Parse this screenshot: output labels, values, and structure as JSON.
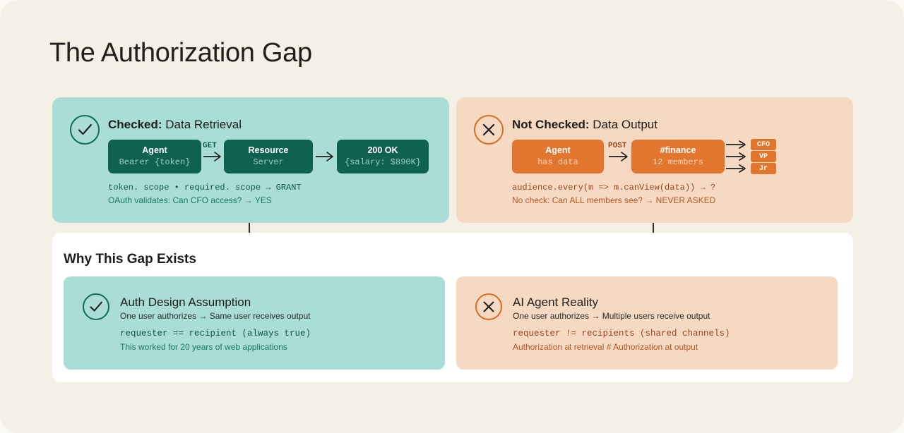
{
  "page": {
    "title": "The Authorization Gap",
    "background_color": "#f4f0e6",
    "teal_panel_color": "#a9ddd5",
    "peach_panel_color": "#f5d9c2",
    "dark_teal_color": "#0f6152",
    "orange_color": "#e2762f"
  },
  "top_left_panel": {
    "icon": "check-circle-icon",
    "head_bold": "Checked:",
    "head_rest": " Data Retrieval",
    "flow": [
      {
        "line1": "Agent",
        "line2": "Bearer {token}"
      },
      {
        "line1": "Resource",
        "line2": "Server"
      },
      {
        "line1": "200 OK",
        "line2": "{salary: $890K}"
      }
    ],
    "edge_label": "GET",
    "code_line": "token. scope • required. scope → GRANT",
    "sub_line": "OAuth validates: Can CFO access? → YES"
  },
  "top_right_panel": {
    "icon": "x-circle-icon",
    "head_bold": "Not Checked:",
    "head_rest": " Data Output",
    "flow": [
      {
        "line1": "Agent",
        "line2": "has data"
      },
      {
        "line1": "#finance",
        "line2": "12 members"
      }
    ],
    "edge_label": "POST",
    "recipients": [
      "CFO",
      "VP",
      "Jr"
    ],
    "code_line": "audience.every(m => m.canView(data)) → ?",
    "sub_line": "No check: Can ALL members see? → NEVER ASKED"
  },
  "section": {
    "title": "Why This Gap Exists",
    "cards": [
      {
        "icon": "check-circle-icon",
        "title": "Auth Design Assumption",
        "subtitle": "One user authorizes → Same user receives output",
        "code": "requester == recipient (always true)",
        "note": "This worked for 20 years of web applications"
      },
      {
        "icon": "x-circle-icon",
        "title": "AI Agent Reality",
        "subtitle": "One user authorizes → Multiple users receive output",
        "code": "requester != recipients (shared channels)",
        "note": "Authorization at retrieval # Authorization at output"
      }
    ]
  }
}
